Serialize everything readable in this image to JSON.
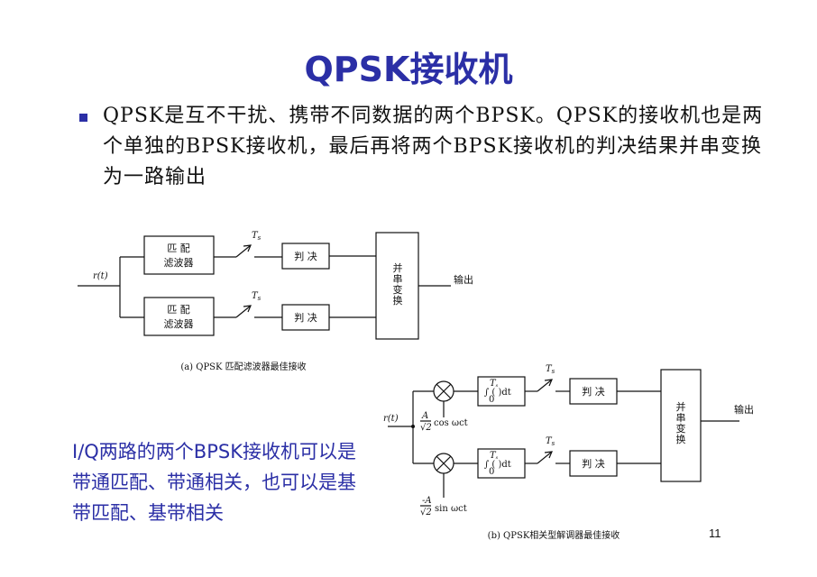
{
  "slide": {
    "title": "QPSK接收机",
    "bullet": "QPSK是互不干扰、携带不同数据的两个BPSK。QPSK的接收机也是两个单独的BPSK接收机，最后再将两个BPSK接收机的判决结果并串变换为一路输出",
    "side_note": "I/Q两路的两个BPSK接收机可以是带通匹配、带通相关，也可以是基带匹配、基带相关",
    "page_number": "11",
    "accent_color": "#2b2fa6"
  },
  "diagram_a": {
    "input": "r(t)",
    "matched_filter": [
      "匹 配",
      "滤波器"
    ],
    "switch": "T",
    "switch_sub": "s",
    "decision": "判 决",
    "ps_converter": [
      "并",
      "串",
      "变",
      "换"
    ],
    "output": "输出",
    "caption": "(a)  QPSK 匹配滤波器最佳接收"
  },
  "diagram_b": {
    "input": "r(t)",
    "multiplier_icon": "multiplier-icon",
    "integrator": "∫   ( )dt",
    "int_upper": "T",
    "int_upper_sub": "s",
    "int_lower": "0",
    "switch": "T",
    "switch_sub": "s",
    "decision": "判 决",
    "ps_converter": [
      "并",
      "串",
      "变",
      "换"
    ],
    "output": "输出",
    "ref_cos_a": "A",
    "ref_cos_frac": "√2",
    "ref_cos": "cos ωct",
    "ref_sin_a": "-A",
    "ref_sin_frac": "√2",
    "ref_sin": "sin ωct",
    "caption": "(b)  QPSK相关型解调器最佳接收"
  }
}
